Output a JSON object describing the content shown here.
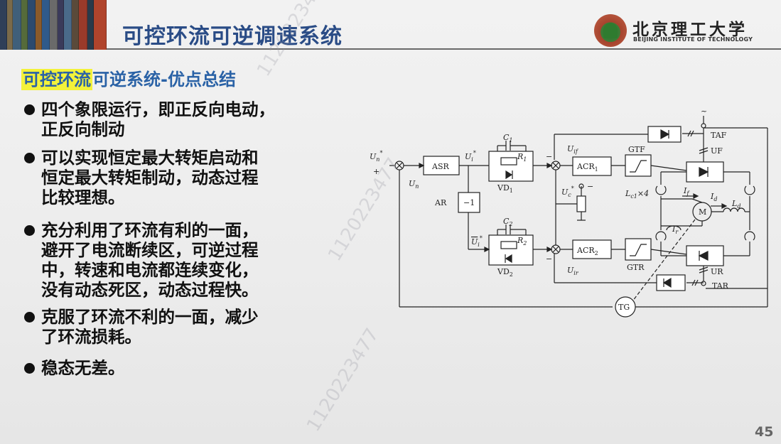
{
  "slide": {
    "title": "可控环流可逆调速系统",
    "subtitle_highlight": "可控环流",
    "subtitle_rest": "可逆系统-优点总结",
    "page_number": "45",
    "watermark": "1120223477"
  },
  "logo": {
    "name_cn": "北京理工大学",
    "name_en": "BEIJING INSTITUTE OF TECHNOLOGY"
  },
  "bullets": [
    "四个象限运行，即正反向电动，\n正反向制动",
    "可以实现恒定最大转矩启动和\n恒定最大转矩制动，动态过程\n比较理想。",
    "充分利用了环流有利的一面，\n避开了电流断续区，可逆过程\n中，转速和电流都连续变化，\n没有动态死区，动态过程快。",
    "克服了环流不利的一面，减少\n了环流损耗。",
    "稳态无差。"
  ],
  "diagram": {
    "asr": "ASR",
    "ar": "AR",
    "neg_one": "−1",
    "acr1": "ACR",
    "acr1_sub": "1",
    "acr2": "ACR",
    "acr2_sub": "2",
    "gtf": "GTF",
    "gtr": "GTR",
    "taf": "TAF",
    "tar": "TAR",
    "uf": "UF",
    "ur": "UR",
    "tg": "TG",
    "motor": "M",
    "c1": "C",
    "c1_sub": "1",
    "c2": "C",
    "c2_sub": "2",
    "r1": "R",
    "r1_sub": "1",
    "r2": "R",
    "r2_sub": "2",
    "vd1": "VD",
    "vd1_sub": "1",
    "vd2": "VD",
    "vd2_sub": "2",
    "un_star": "U",
    "un_star_sub": "n",
    "un": "U",
    "un_sub": "n",
    "ui_star": "U",
    "ui_star_sub": "i",
    "ui_bar_star": "U",
    "ui_bar_star_sub": "i",
    "uif": "U",
    "uif_sub": "if",
    "uir": "U",
    "uir_sub": "ir",
    "uc_star": "U",
    "uc_star_sub": "c",
    "lc1x4": "L",
    "lc1x4_sub": "c1",
    "lc1x4_tail": "×4",
    "if_label": "I",
    "if_sub": "f",
    "id_label": "I",
    "id_sub": "d",
    "ld_label": "L",
    "ld_sub": "d",
    "ir_label": "I",
    "ir_sub": "r",
    "plus": "+",
    "minus": "−",
    "ac": "~"
  },
  "colors": {
    "title": "#2a4c86",
    "subtitle": "#2a62a6",
    "highlight": "#f3f23a",
    "text": "#111111"
  }
}
